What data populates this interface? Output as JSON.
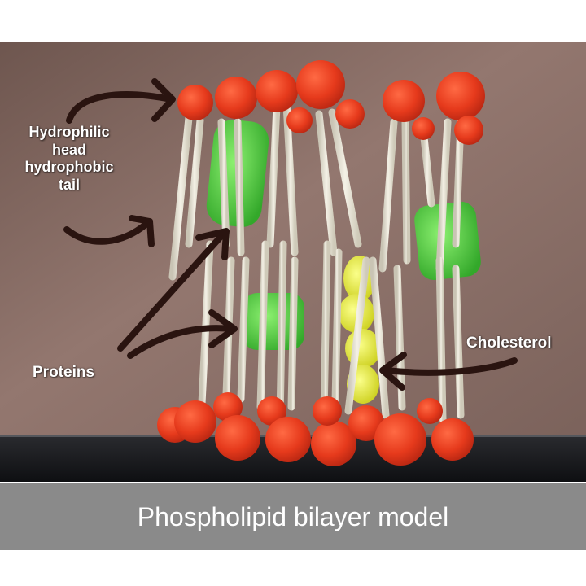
{
  "labels": {
    "hydrophilic_line1": "Hydrophilic",
    "hydrophilic_line2": "head",
    "hydrophobic_line1": "hydrophobic",
    "hydrophobic_line2": "tail",
    "proteins": "Proteins",
    "cholesterol": "Cholesterol"
  },
  "caption": "Phospholipid bilayer model",
  "colors": {
    "background_wall": "#8a6e68",
    "phosphate_head": "#e8401f",
    "lipid_tail": "#e8e4d6",
    "protein": "#4fc93a",
    "cholesterol": "#e6ea2a",
    "arrow": "#2a1410",
    "caption_bar": "#8a8a8a",
    "label_text": "#ffffff"
  },
  "icons": [
    "curved-arrow-icon"
  ]
}
